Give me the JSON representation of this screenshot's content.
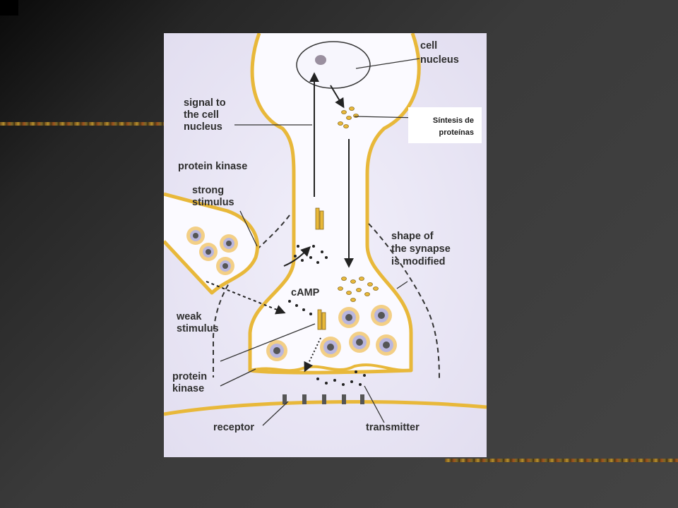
{
  "diagram": {
    "labels": {
      "cell_nucleus_1": "cell",
      "cell_nucleus_2": "nucleus",
      "signal_1": "signal to",
      "signal_2": "the cell",
      "signal_3": "nucleus",
      "protein_kinase_top": "protein kinase",
      "strong_1": "strong",
      "strong_2": "stimulus",
      "shape_1": "shape of",
      "shape_2": "the synapse",
      "shape_3": "is modified",
      "camp": "cAMP",
      "weak_1": "weak",
      "weak_2": "stimulus",
      "protein_bottom_1": "protein",
      "protein_bottom_2": "kinase",
      "receptor": "receptor",
      "transmitter": "transmitter"
    },
    "annotation": {
      "line1": "Síntesis de",
      "line2": "proteínas"
    }
  },
  "colors": {
    "slide_background": "#444444",
    "panel_background": "#ffffff",
    "diagram_background": "#e9e6f4",
    "membrane": "#e8b83a",
    "membrane_dark": "#8a6a18",
    "vesicle": "#f3cf86",
    "vesicle_inner": "#b9b6de",
    "arrow": "#222222"
  }
}
